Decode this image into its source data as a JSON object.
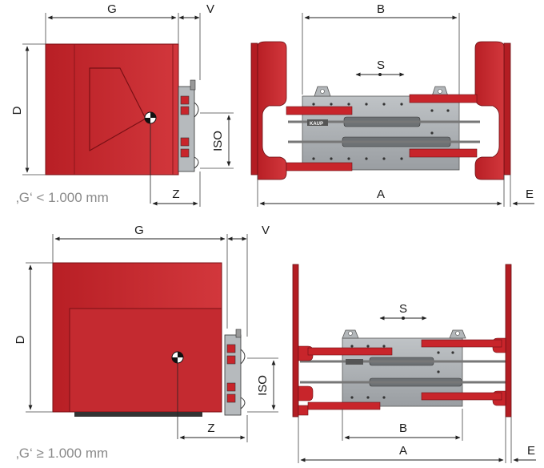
{
  "top": {
    "dim_G": "G",
    "dim_V": "V",
    "dim_D": "D",
    "dim_ISO": "ISO",
    "dim_Z": "Z",
    "dim_B": "B",
    "dim_S": "S",
    "dim_A": "A",
    "dim_E": "E",
    "caption": "‚G‘ < 1.000 mm",
    "logo": "KAUP"
  },
  "bottom": {
    "dim_G": "G",
    "dim_V": "V",
    "dim_D": "D",
    "dim_ISO": "ISO",
    "dim_Z": "Z",
    "dim_B": "B",
    "dim_S": "S",
    "dim_A": "A",
    "dim_E": "E",
    "caption": "‚G‘ ≥ 1.000 mm"
  },
  "colors": {
    "arm_red": "#c8252b",
    "frame_grey": "#a8acb0",
    "outline": "#333333"
  }
}
